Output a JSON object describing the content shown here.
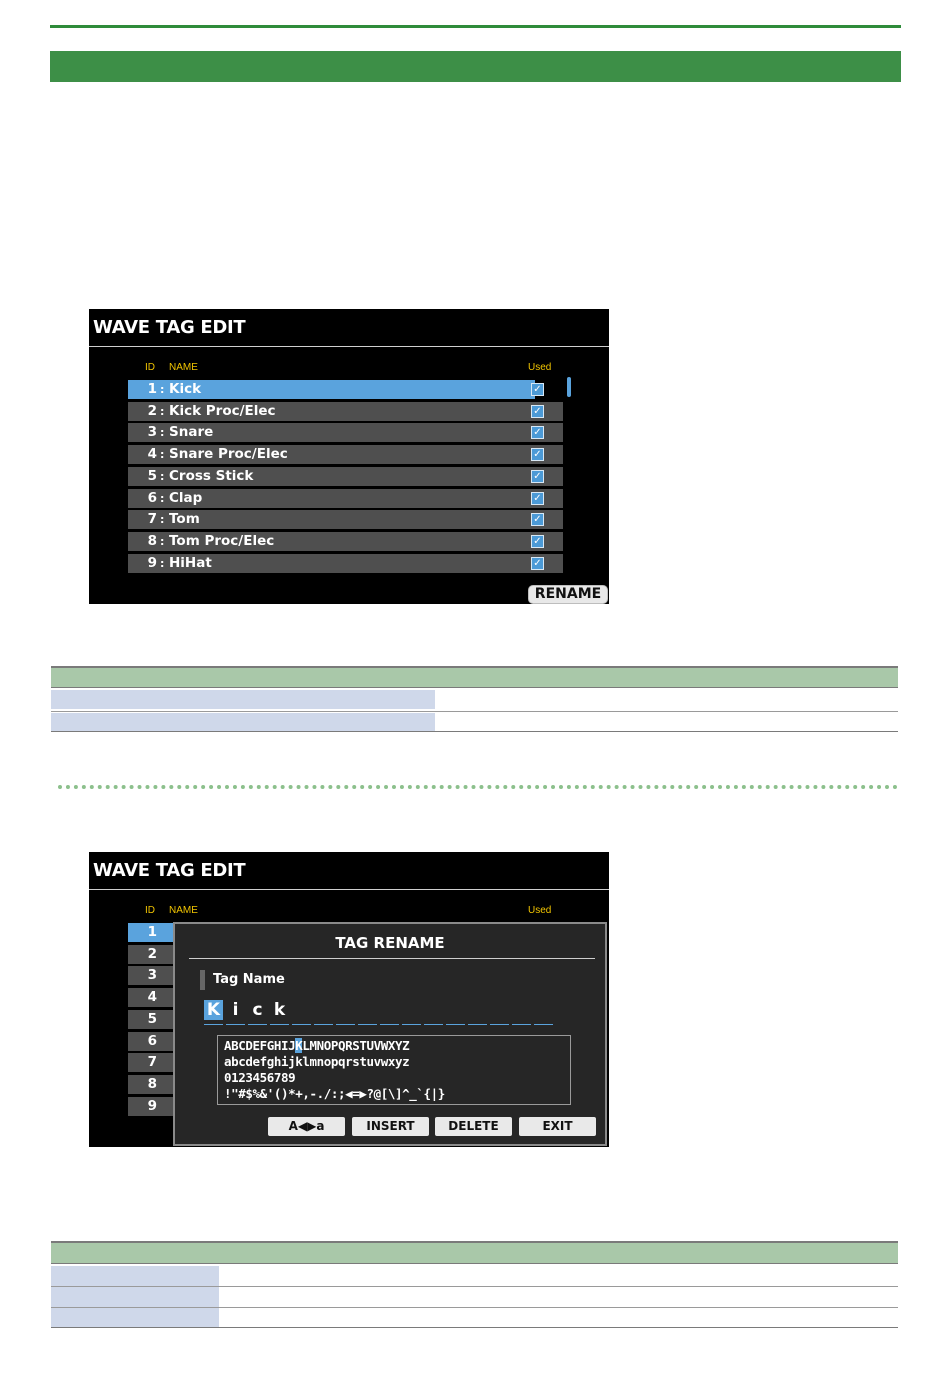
{
  "screen1": {
    "title": "WAVE TAG EDIT",
    "headers": {
      "id": "ID",
      "name": "NAME",
      "used": "Used"
    },
    "rows": [
      {
        "id": "1",
        "name": "Kick",
        "used": true,
        "selected": true
      },
      {
        "id": "2",
        "name": "Kick Proc/Elec",
        "used": true
      },
      {
        "id": "3",
        "name": "Snare",
        "used": true
      },
      {
        "id": "4",
        "name": "Snare Proc/Elec",
        "used": true
      },
      {
        "id": "5",
        "name": "Cross Stick",
        "used": true
      },
      {
        "id": "6",
        "name": "Clap",
        "used": true
      },
      {
        "id": "7",
        "name": "Tom",
        "used": true
      },
      {
        "id": "8",
        "name": "Tom Proc/Elec",
        "used": true
      },
      {
        "id": "9",
        "name": "HiHat",
        "used": true
      }
    ],
    "rename_label": "RENAME",
    "check_glyph": "✓",
    "colon_glyph": ":"
  },
  "screen2": {
    "title": "WAVE TAG EDIT",
    "headers": {
      "id": "ID",
      "name": "NAME",
      "used": "Used"
    },
    "row_ids": [
      "1",
      "2",
      "3",
      "4",
      "5",
      "6",
      "7",
      "8",
      "9"
    ],
    "dialog": {
      "title": "TAG RENAME",
      "field_label": "Tag Name",
      "chars": [
        "K",
        "i",
        "c",
        "k"
      ],
      "selected_char_index": 0,
      "keyboard_rows": [
        "ABCDEFGHIJKLMNOPQRSTUVWXYZ",
        "abcdefghijklmnopqrstuvwxyz",
        "0123456789",
        "!\"#$%&'()*+,-./:;◀=▶?@[\\]^_`{|}"
      ],
      "keyboard_selected": "K",
      "buttons": [
        "A◀▶a",
        "INSERT",
        "DELETE",
        "EXIT"
      ]
    }
  },
  "colors": {
    "accent_green": "#3d8f47",
    "table_header": "#a9c8a9",
    "table_label_cell": "#cfd8ea",
    "selection_blue": "#5aa3dd",
    "header_yellow": "#f2c500"
  }
}
